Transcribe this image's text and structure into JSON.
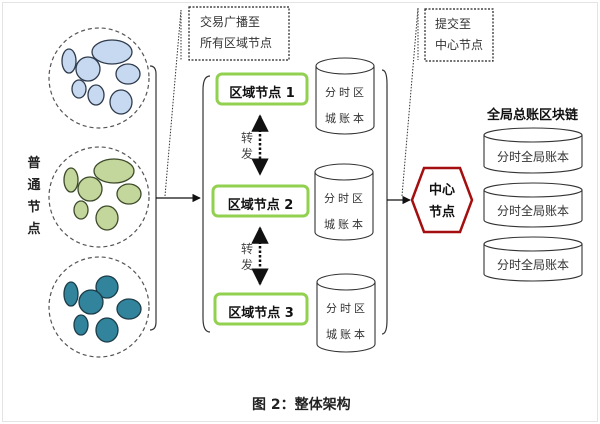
{
  "diagram": {
    "ordinary_nodes_label": [
      "普",
      "通",
      "节",
      "点"
    ],
    "clusters": [
      {
        "name": "cluster-1",
        "fill": "#c6d9f0",
        "stroke": "#2f3b4c"
      },
      {
        "name": "cluster-2",
        "fill": "#c3d69b",
        "stroke": "#3d4a2a"
      },
      {
        "name": "cluster-3",
        "fill": "#31849b",
        "stroke": "#1d3c48"
      }
    ],
    "broadcast_note": [
      "交易广播至",
      "所有区域节点"
    ],
    "submit_note": [
      "提交至",
      "中心节点"
    ],
    "regional_nodes": [
      {
        "label": "区域节点 1",
        "ledger": [
          "分时区",
          "城账本"
        ]
      },
      {
        "label": "区域节点 2",
        "ledger": [
          "分时区",
          "城账本"
        ]
      },
      {
        "label": "区域节点 3",
        "ledger": [
          "分时区",
          "城账本"
        ]
      }
    ],
    "regional_node_border": "#92d050",
    "forward_labels": [
      [
        "转",
        "发"
      ],
      [
        "转",
        "发"
      ]
    ],
    "center_node": {
      "label": [
        "中心",
        "节点"
      ],
      "stroke": "#a50e0e"
    },
    "global_chain_title": "全局总账区块链",
    "global_ledgers": [
      "分时全局账本",
      "分时全局账本",
      "分时全局账本"
    ],
    "caption": "图 2：整体架构"
  }
}
